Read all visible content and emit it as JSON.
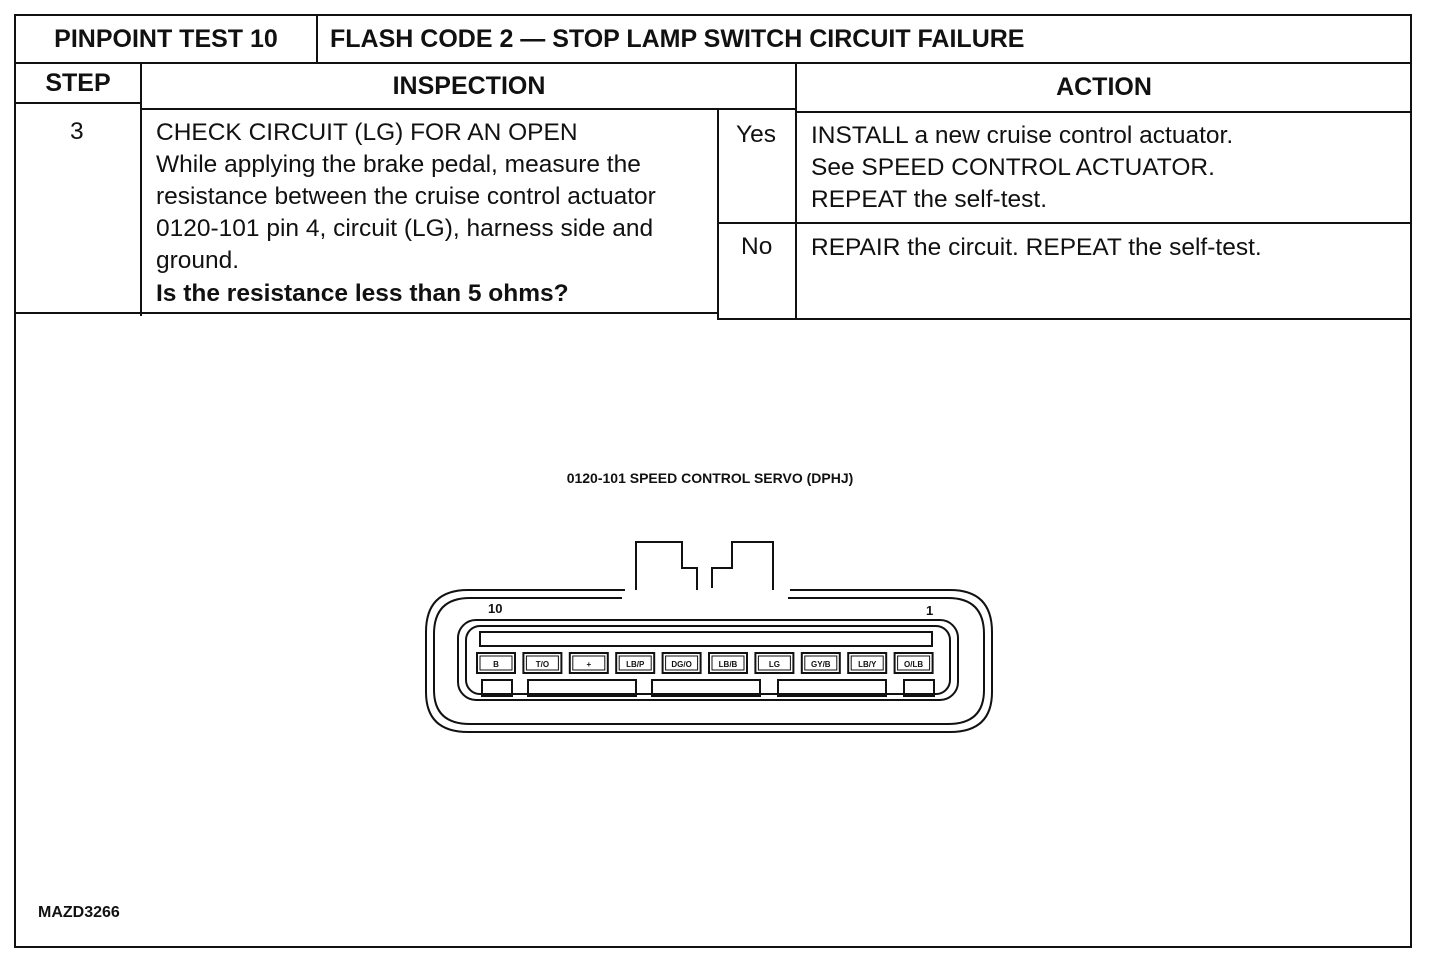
{
  "header": {
    "test_label": "PINPOINT TEST 10",
    "test_title": "FLASH CODE 2 — STOP LAMP SWITCH CIRCUIT FAILURE"
  },
  "columns": {
    "step": "STEP",
    "inspection": "INSPECTION",
    "action": "ACTION"
  },
  "step": {
    "number": "3",
    "inspection_heading": "CHECK CIRCUIT (LG) FOR AN OPEN",
    "inspection_lines": [
      "While applying the brake pedal, measure the",
      "resistance between the cruise control actuator",
      "0120-101 pin 4, circuit (LG), harness side and",
      "ground."
    ],
    "question": "Is the resistance less than 5 ohms?",
    "answers": [
      {
        "answer": "Yes",
        "action_lines": [
          "INSTALL a new cruise control actuator.",
          "See SPEED CONTROL ACTUATOR.",
          "REPEAT the self-test."
        ]
      },
      {
        "answer": "No",
        "action_lines": [
          "REPAIR the circuit.  REPEAT the self-test."
        ]
      }
    ]
  },
  "diagram": {
    "title": "0120-101 SPEED CONTROL SERVO (DPHJ)",
    "pin_left_number": "10",
    "pin_right_number": "1",
    "pins": [
      "B",
      "T/O",
      "+",
      "LB/P",
      "DG/O",
      "LB/B",
      "LG",
      "GY/B",
      "LB/Y",
      "O/LB"
    ]
  },
  "figure_id": "MAZD3266"
}
